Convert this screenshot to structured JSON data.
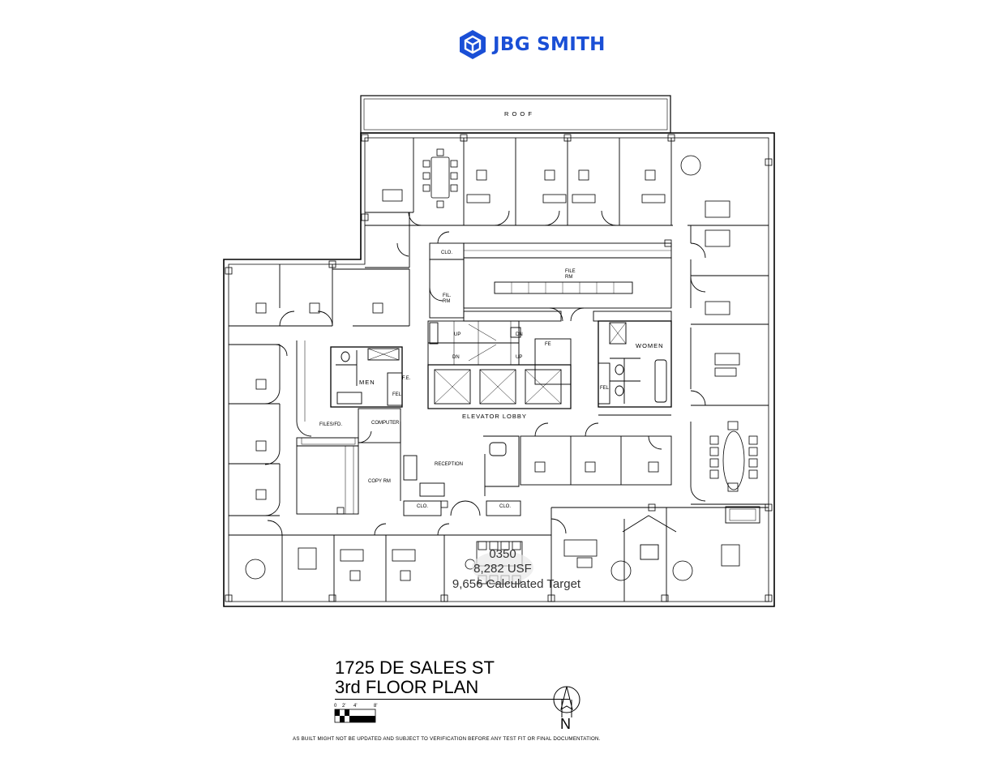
{
  "brand": {
    "name": "JBG SMITH",
    "color": "#1a4fd6",
    "icon": "cube-logo-icon"
  },
  "labels": {
    "roof": "R O O F",
    "clo_top": "CLO.",
    "fil_rm_left": "FIL.\nRM",
    "file_rm": "FILE\nRM",
    "up_1": "UP",
    "dn_1": "DN",
    "dn_2": "DN",
    "up_2": "UP",
    "fe": "FE",
    "women": "WOMEN",
    "men": "MEN",
    "fe_men": "F.E.",
    "fel_men": "FEL",
    "fel_women": "FEL",
    "elevator_lobby": "ELEVATOR LOBBY",
    "files_fd": "FILES/FD.",
    "computer": "COMPUTER",
    "copy_rm": "COPY RM",
    "reception": "RECEPTION",
    "clo_bottom_left": "CLO.",
    "clo_bottom_right": "CLO."
  },
  "area": {
    "suite": "0350",
    "usf": "8,282 USF",
    "target": "9,656 Calculated Target"
  },
  "title": {
    "address": "1725 DE SALES ST",
    "floor": "3rd FLOOR PLAN"
  },
  "scale_bar": {
    "ticks": [
      "0",
      "2'",
      "4'",
      "8'"
    ]
  },
  "disclaimer": "AS BUILT MIGHT NOT BE UPDATED AND SUBJECT TO VERIFICATION BEFORE ANY TEST FIT OR FINAL DOCUMENTATION.",
  "north_arrow": {
    "letter": "N",
    "icon": "north-arrow-icon"
  }
}
